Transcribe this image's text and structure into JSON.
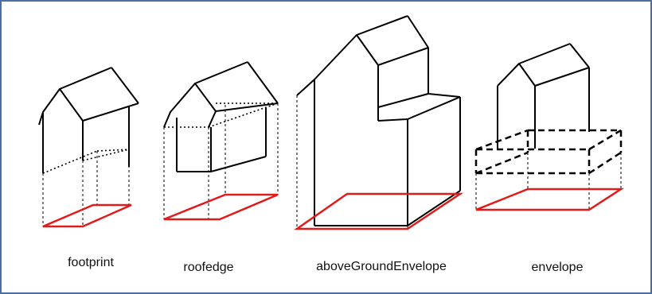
{
  "labels": {
    "footprint": "footprint",
    "roofedge": "roofedge",
    "aboveGroundEnvelope": "aboveGroundEnvelope",
    "envelope": "envelope"
  },
  "colors": {
    "frame": "#4a6fa0",
    "outline": "#000000",
    "projection": "#e01b1b"
  }
}
